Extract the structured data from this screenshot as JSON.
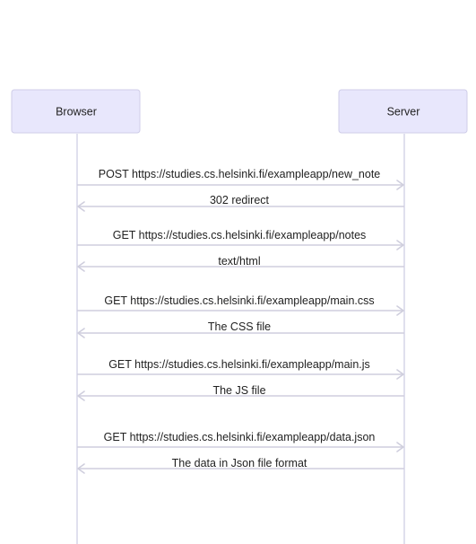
{
  "participants": [
    {
      "id": "browser",
      "label": "Browser"
    },
    {
      "id": "server",
      "label": "Server"
    }
  ],
  "messages": [
    {
      "from": "browser",
      "to": "server",
      "label": "POST https://studies.cs.helsinki.fi/exampleapp/new_note"
    },
    {
      "from": "server",
      "to": "browser",
      "label": "302 redirect"
    },
    {
      "from": "browser",
      "to": "server",
      "label": "GET https://studies.cs.helsinki.fi/exampleapp/notes"
    },
    {
      "from": "server",
      "to": "browser",
      "label": "text/html"
    },
    {
      "from": "browser",
      "to": "server",
      "label": "GET https://studies.cs.helsinki.fi/exampleapp/main.css"
    },
    {
      "from": "server",
      "to": "browser",
      "label": "The CSS file"
    },
    {
      "from": "browser",
      "to": "server",
      "label": "GET https://studies.cs.helsinki.fi/exampleapp/main.js"
    },
    {
      "from": "server",
      "to": "browser",
      "label": "The JS file"
    },
    {
      "from": "browser",
      "to": "server",
      "label": "GET https://studies.cs.helsinki.fi/exampleapp/data.json"
    },
    {
      "from": "server",
      "to": "browser",
      "label": "The data in Json file format"
    }
  ]
}
